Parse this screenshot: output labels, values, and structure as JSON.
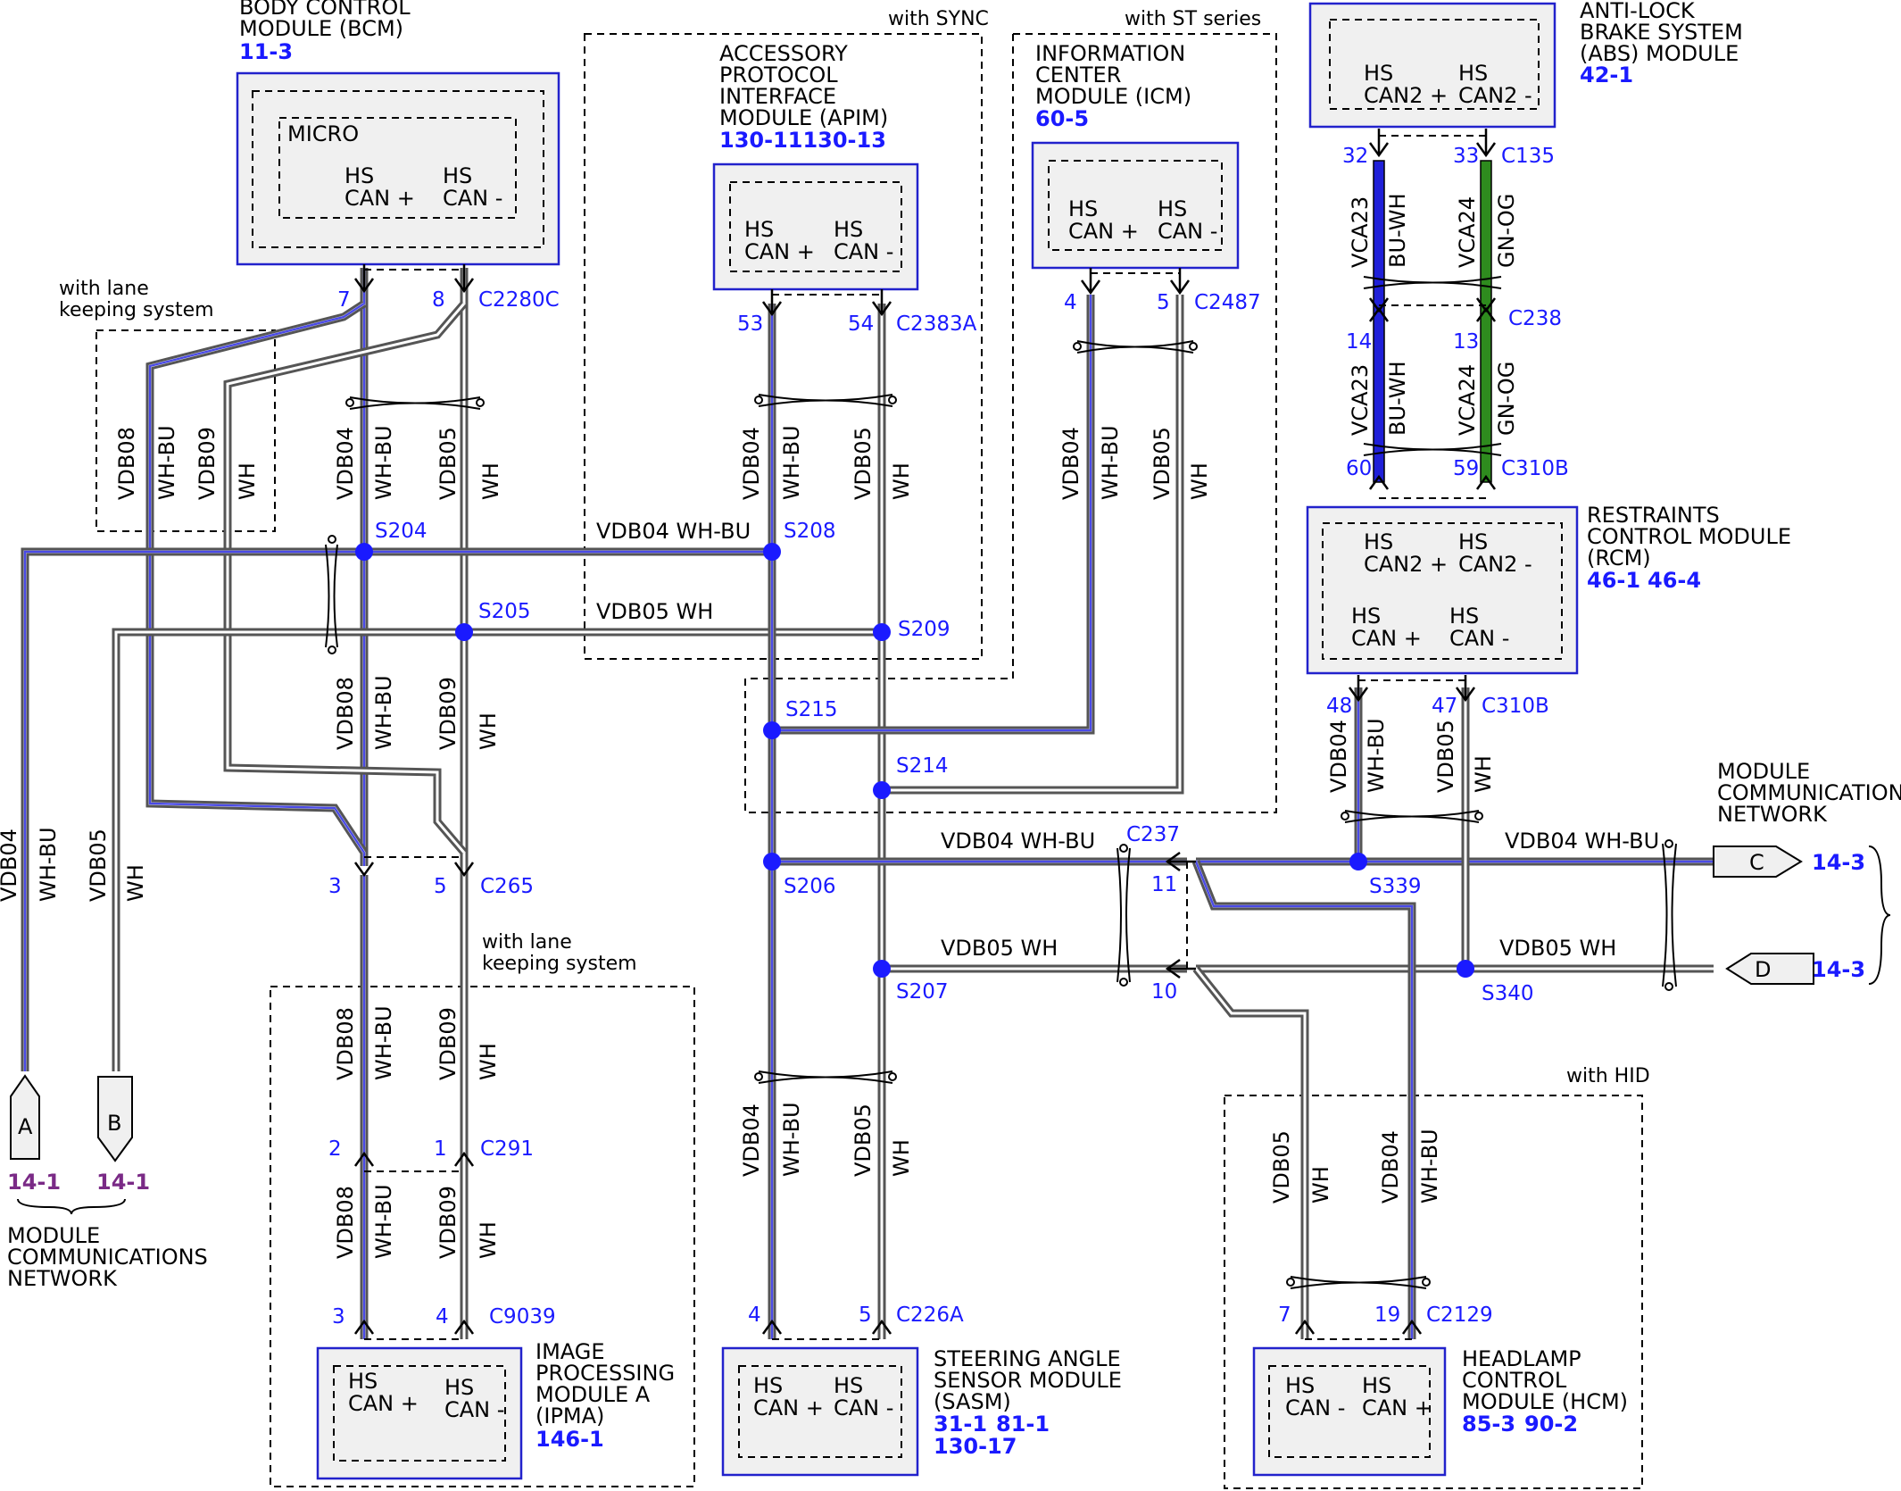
{
  "modules": {
    "bcm": {
      "name": [
        "BODY CONTROL",
        "MODULE (BCM)"
      ],
      "ref": "11-3",
      "inner": "MICRO",
      "pin_a": [
        "HS",
        "CAN +"
      ],
      "pin_b": [
        "HS",
        "CAN -"
      ]
    },
    "apim": {
      "condition": "with SYNC",
      "name": [
        "ACCESSORY",
        "PROTOCOL",
        "INTERFACE",
        "MODULE (APIM)"
      ],
      "ref": "130-11130-13",
      "pin_a": [
        "HS",
        "CAN +"
      ],
      "pin_b": [
        "HS",
        "CAN -"
      ]
    },
    "icm": {
      "condition": "with ST series",
      "name": [
        "INFORMATION",
        "CENTER",
        "MODULE (ICM)"
      ],
      "ref": "60-5",
      "pin_a": [
        "HS",
        "CAN +"
      ],
      "pin_b": [
        "HS",
        "CAN -"
      ]
    },
    "abs": {
      "name": [
        "ANTI-LOCK",
        "BRAKE SYSTEM",
        "(ABS) MODULE"
      ],
      "ref": "42-1",
      "pin_a": [
        "HS",
        "CAN2 +"
      ],
      "pin_b": [
        "HS",
        "CAN2 -"
      ]
    },
    "rcm": {
      "name": [
        "RESTRAINTS",
        "CONTROL MODULE",
        "(RCM)"
      ],
      "ref_a": "46-1",
      "ref_b": "46-4",
      "pin_a": [
        "HS",
        "CAN2 +"
      ],
      "pin_b": [
        "HS",
        "CAN2 -"
      ],
      "pin_c": [
        "HS",
        "CAN +"
      ],
      "pin_d": [
        "HS",
        "CAN -"
      ]
    },
    "ipma": {
      "name": [
        "IMAGE",
        "PROCESSING",
        "MODULE A",
        "(IPMA)"
      ],
      "ref": "146-1",
      "pin_a": [
        "HS",
        "CAN +"
      ],
      "pin_b": [
        "HS",
        "CAN -"
      ]
    },
    "sasm": {
      "name": [
        "STEERING ANGLE",
        "SENSOR MODULE",
        "(SASM)"
      ],
      "ref_a": "31-1",
      "ref_b": "81-1",
      "ref_c": "130-17",
      "pin_a": [
        "HS",
        "CAN +"
      ],
      "pin_b": [
        "HS",
        "CAN -"
      ]
    },
    "hcm": {
      "condition": "with HID",
      "name": [
        "HEADLAMP",
        "CONTROL",
        "MODULE (HCM)"
      ],
      "ref_a": "85-3",
      "ref_b": "90-2",
      "pin_a": [
        "HS",
        "CAN -"
      ],
      "pin_b": [
        "HS",
        "CAN +"
      ]
    }
  },
  "conditions": {
    "lane_keeping_1": [
      "with lane",
      "keeping system"
    ],
    "lane_keeping_2": [
      "with lane",
      "keeping system"
    ]
  },
  "connectors": {
    "c2280c": {
      "id": "C2280C",
      "pin_a": "7",
      "pin_b": "8"
    },
    "c2383a": {
      "id": "C2383A",
      "pin_a": "53",
      "pin_b": "54"
    },
    "c2487": {
      "id": "C2487",
      "pin_a": "4",
      "pin_b": "5"
    },
    "c135": {
      "id": "C135",
      "pin_a": "32",
      "pin_b": "33"
    },
    "c238": {
      "id": "C238",
      "pin_a": "14",
      "pin_b": "13"
    },
    "c310b_top": {
      "id": "C310B",
      "pin_a": "60",
      "pin_b": "59"
    },
    "c310b_bot": {
      "id": "C310B",
      "pin_a": "48",
      "pin_b": "47"
    },
    "c265": {
      "id": "C265",
      "pin_a": "3",
      "pin_b": "5"
    },
    "c291": {
      "id": "C291",
      "pin_a": "2",
      "pin_b": "1"
    },
    "c9039": {
      "id": "C9039",
      "pin_a": "3",
      "pin_b": "4"
    },
    "c226a": {
      "id": "C226A",
      "pin_a": "4",
      "pin_b": "5"
    },
    "c237": {
      "id": "C237",
      "pin_a": "11",
      "pin_b": "10"
    },
    "c2129": {
      "id": "C2129",
      "pin_a": "7",
      "pin_b": "19"
    }
  },
  "splices": [
    "S204",
    "S205",
    "S208",
    "S209",
    "S215",
    "S214",
    "S206",
    "S207",
    "S339",
    "S340"
  ],
  "wires": {
    "vdb04": "VDB04",
    "vdb05": "VDB05",
    "vdb08": "VDB08",
    "vdb09": "VDB09",
    "vca23": "VCA23",
    "vca24": "VCA24",
    "wh_bu": "WH-BU",
    "wh": "WH",
    "bu_wh": "BU-WH",
    "gn_og": "GN-OG",
    "bus04": "VDB04 WH-BU",
    "bus05": "VDB05 WH"
  },
  "network": {
    "label": [
      "MODULE",
      "COMMUNICATIONS",
      "NETWORK"
    ],
    "conn_a": "A",
    "conn_b": "B",
    "conn_c": "C",
    "conn_d": "D",
    "ref_a": "14-1",
    "ref_b": "14-1",
    "ref_c": "14-3",
    "ref_d": "14-3"
  },
  "colors": {
    "module_border": "#2222cc",
    "module_fill": "#f0f0f0",
    "ref_blue": "#1a1aff",
    "ref_purple": "#7a2a86",
    "wh_bu_stripe": "#4a4ae6",
    "bu_wh": "#2020d8",
    "gn_og": "#2e8b1e"
  }
}
